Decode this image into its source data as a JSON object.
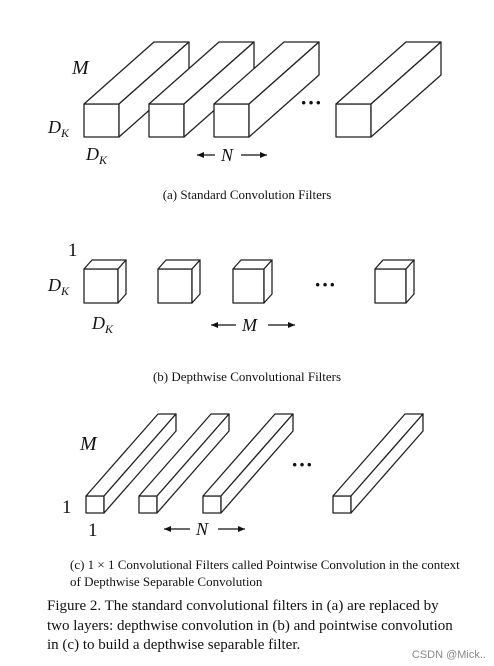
{
  "panel_a": {
    "depth_label": "M",
    "height_label": "D",
    "height_sub": "K",
    "width_label": "D",
    "width_sub": "K",
    "count_label": "N",
    "ellipsis": "···",
    "caption": "(a)  Standard Convolution Filters"
  },
  "panel_b": {
    "depth_label": "1",
    "height_label": "D",
    "height_sub": "K",
    "width_label": "D",
    "width_sub": "K",
    "count_label": "M",
    "ellipsis": "···",
    "caption": "(b)  Depthwise Convolutional Filters"
  },
  "panel_c": {
    "depth_label": "M",
    "height_label": "1",
    "width_label": "1",
    "count_label": "N",
    "ellipsis": "···",
    "caption": "(c)  1 × 1 Convolutional Filters called Pointwise Convolution in the context of Depthwise Separable Convolution"
  },
  "figure_caption": "Figure 2. The standard convolutional filters in (a) are replaced by two layers: depthwise convolution in (b) and pointwise convolution in (c) to build a depthwise separable filter.",
  "watermark": "CSDN @Mick.."
}
